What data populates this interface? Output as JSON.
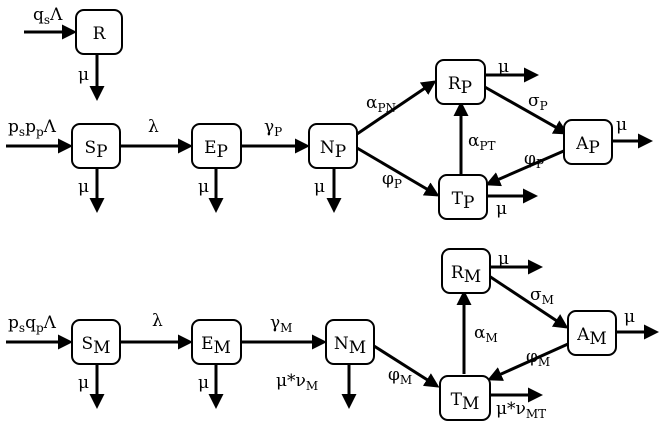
{
  "nodes": {
    "R": {
      "main": "R",
      "sub": ""
    },
    "SP": {
      "main": "S",
      "sub": "P"
    },
    "EP": {
      "main": "E",
      "sub": "P"
    },
    "NP": {
      "main": "N",
      "sub": "P"
    },
    "RP": {
      "main": "R",
      "sub": "P"
    },
    "TP": {
      "main": "T",
      "sub": "P"
    },
    "AP": {
      "main": "A",
      "sub": "P"
    },
    "SM": {
      "main": "S",
      "sub": "M"
    },
    "EM": {
      "main": "E",
      "sub": "M"
    },
    "NM": {
      "main": "N",
      "sub": "M"
    },
    "RM": {
      "main": "R",
      "sub": "M"
    },
    "TM": {
      "main": "T",
      "sub": "M"
    },
    "AM": {
      "main": "A",
      "sub": "M"
    }
  },
  "labels": {
    "in_R": {
      "main": "q",
      "sub": "s",
      "tail": "Λ"
    },
    "in_SP": {
      "main": "p",
      "sub": "s",
      "main2": "p",
      "sub2": "p",
      "tail": "Λ"
    },
    "in_SM": {
      "main": "p",
      "sub": "s",
      "main2": "q",
      "sub2": "p",
      "tail": "Λ"
    },
    "mu": "μ",
    "lambda": "λ",
    "gammaP": {
      "main": "γ",
      "sub": "P"
    },
    "gammaM": {
      "main": "γ",
      "sub": "M"
    },
    "alphaPN": {
      "main": "α",
      "sub": "PN"
    },
    "alphaPT": {
      "main": "α",
      "sub": "PT"
    },
    "phiP": {
      "main": "φ",
      "sub": "P"
    },
    "sigmaP": {
      "main": "σ",
      "sub": "P"
    },
    "phiM": {
      "main": "φ",
      "sub": "M"
    },
    "sigmaM": {
      "main": "σ",
      "sub": "M"
    },
    "alphaM": {
      "main": "α",
      "sub": "M"
    },
    "muNuM": {
      "main": "μ*ν",
      "sub": "M"
    },
    "muNuMT": {
      "main": "μ*ν",
      "sub": "MT"
    }
  }
}
